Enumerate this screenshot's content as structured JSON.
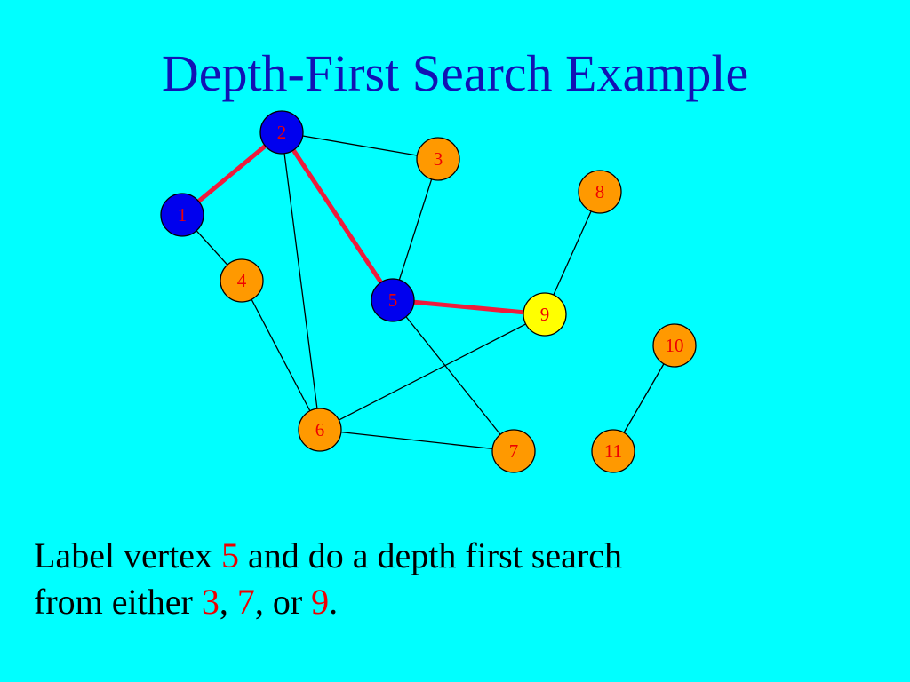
{
  "title": "Depth-First Search Example",
  "colors": {
    "background": "#00ffff",
    "title": "#1212b4",
    "visited": "#0000ee",
    "unvisited": "#ff9900",
    "current": "#ffff00",
    "tree_edge": "#ee1c3c",
    "edge": "#000000",
    "vertex_label": "#ee0000"
  },
  "vertices": [
    {
      "id": "1",
      "label": "1",
      "state": "visited"
    },
    {
      "id": "2",
      "label": "2",
      "state": "visited"
    },
    {
      "id": "3",
      "label": "3",
      "state": "unvisited"
    },
    {
      "id": "4",
      "label": "4",
      "state": "unvisited"
    },
    {
      "id": "5",
      "label": "5",
      "state": "visited"
    },
    {
      "id": "6",
      "label": "6",
      "state": "unvisited"
    },
    {
      "id": "7",
      "label": "7",
      "state": "unvisited"
    },
    {
      "id": "8",
      "label": "8",
      "state": "unvisited"
    },
    {
      "id": "9",
      "label": "9",
      "state": "current"
    },
    {
      "id": "10",
      "label": "10",
      "state": "unvisited"
    },
    {
      "id": "11",
      "label": "11",
      "state": "unvisited"
    }
  ],
  "edges": [
    {
      "from": "1",
      "to": "2",
      "tree": true
    },
    {
      "from": "2",
      "to": "5",
      "tree": true
    },
    {
      "from": "5",
      "to": "9",
      "tree": true
    },
    {
      "from": "2",
      "to": "3",
      "tree": false
    },
    {
      "from": "2",
      "to": "6",
      "tree": false
    },
    {
      "from": "3",
      "to": "5",
      "tree": false
    },
    {
      "from": "1",
      "to": "4",
      "tree": false
    },
    {
      "from": "4",
      "to": "6",
      "tree": false
    },
    {
      "from": "5",
      "to": "7",
      "tree": false
    },
    {
      "from": "6",
      "to": "9",
      "tree": false
    },
    {
      "from": "6",
      "to": "7",
      "tree": false
    },
    {
      "from": "8",
      "to": "9",
      "tree": false
    },
    {
      "from": "10",
      "to": "11",
      "tree": false
    }
  ],
  "caption": {
    "line1_prefix": "Label vertex ",
    "line1_vertex": "5",
    "line1_suffix": " and do a depth first search",
    "line2_prefix": "from either ",
    "v_a": "3",
    "sep1": ", ",
    "v_b": "7",
    "sep2": ", or ",
    "v_c": "9",
    "end": "."
  }
}
